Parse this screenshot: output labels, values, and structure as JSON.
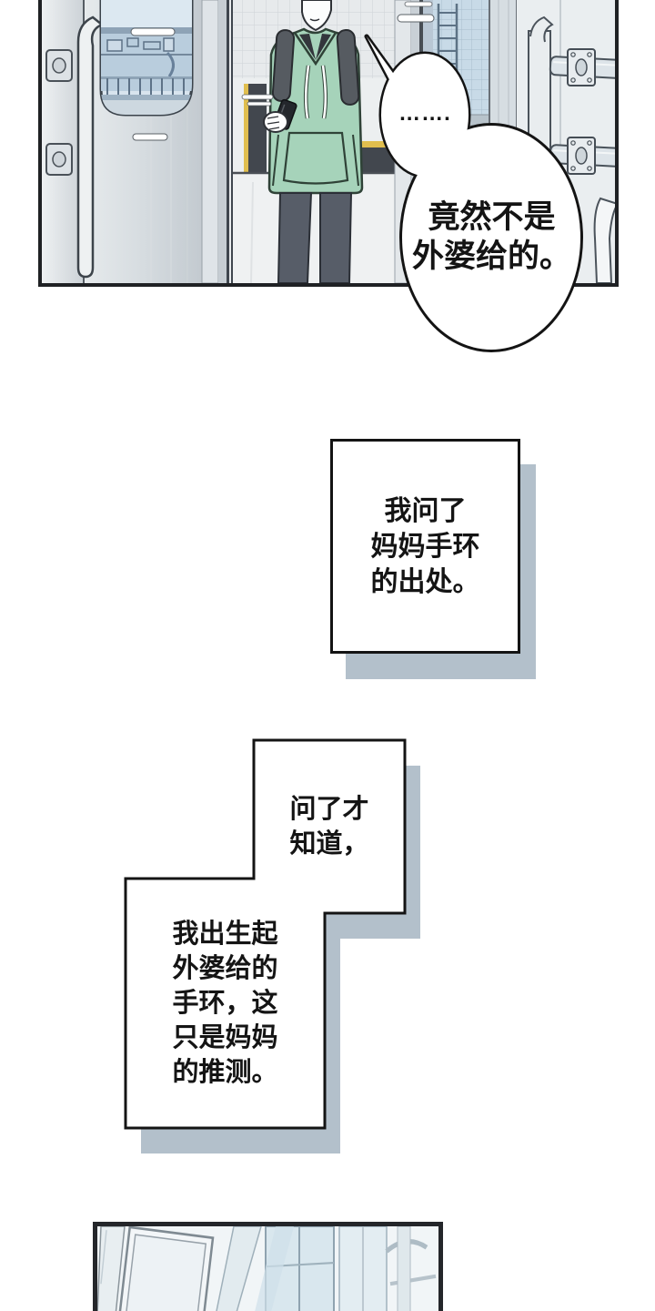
{
  "speech": {
    "small_bubble": {
      "text": "……."
    },
    "large_bubble": {
      "line1": "竟然不是",
      "line2": "外婆给的。"
    }
  },
  "captions": {
    "box1": {
      "line1": "我问了",
      "line2": "妈妈手环",
      "line3": "的出处。"
    },
    "box2_upper": {
      "line1": "问了才",
      "line2": "知道，"
    },
    "box2_lower": {
      "line1": "我出生起",
      "line2": "外婆给的",
      "line3": "手环，这",
      "line4": "只是妈妈",
      "line5": "的推测。"
    }
  },
  "colors": {
    "panel_outline": "#1f2124",
    "caption_shadow": "#b3c0cb",
    "hoodie_green": "#a6d3ba",
    "tile_blue": "#c8dae7",
    "machinery_blue": "#b9cddd",
    "platform_yellow": "#e0be4e",
    "pants_gray": "#575d68",
    "metal_light": "#e3e7ea"
  }
}
